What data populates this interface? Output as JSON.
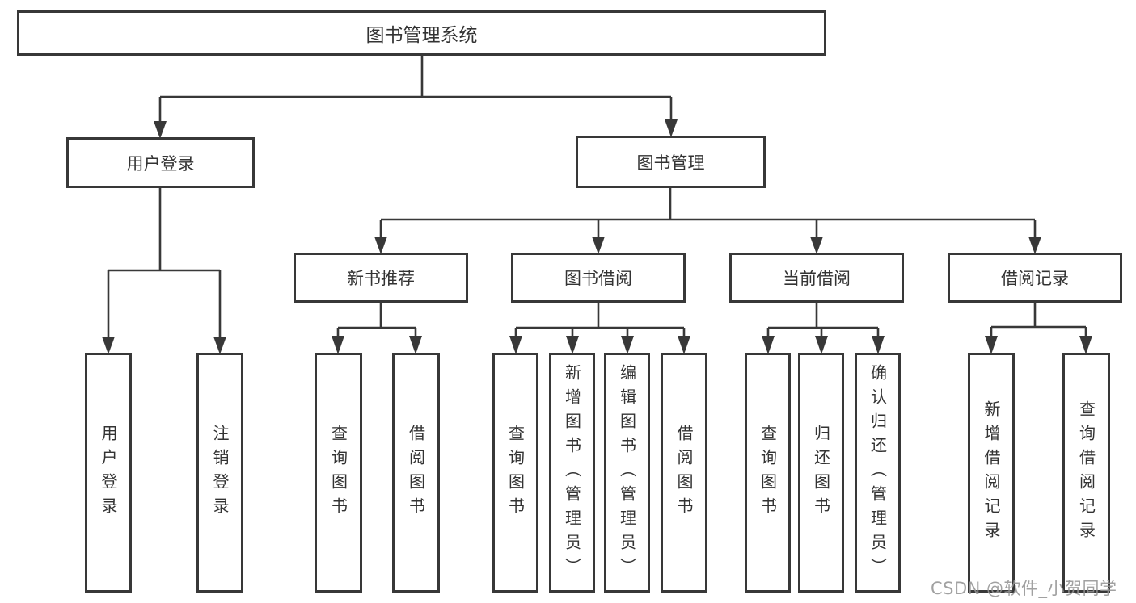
{
  "diagram": {
    "title": "图书管理系统",
    "root": {
      "label": "图书管理系统"
    },
    "level2": [
      {
        "label": "用户登录"
      },
      {
        "label": "图书管理"
      }
    ],
    "level3": [
      {
        "label": "新书推荐"
      },
      {
        "label": "图书借阅"
      },
      {
        "label": "当前借阅"
      },
      {
        "label": "借阅记录"
      }
    ],
    "leaves": [
      {
        "parent": "用户登录",
        "label": "用户登录"
      },
      {
        "parent": "用户登录",
        "label": "注销登录"
      },
      {
        "parent": "新书推荐",
        "label": "查询图书"
      },
      {
        "parent": "新书推荐",
        "label": "借阅图书"
      },
      {
        "parent": "图书借阅",
        "label": "查询图书"
      },
      {
        "parent": "图书借阅",
        "label": "新增图书（管理员）"
      },
      {
        "parent": "图书借阅",
        "label": "编辑图书（管理员）"
      },
      {
        "parent": "图书借阅",
        "label": "借阅图书"
      },
      {
        "parent": "当前借阅",
        "label": "查询图书"
      },
      {
        "parent": "当前借阅",
        "label": "归还图书"
      },
      {
        "parent": "当前借阅",
        "label": "确认归还（管理员）"
      },
      {
        "parent": "借阅记录",
        "label": "新增借阅记录"
      },
      {
        "parent": "借阅记录",
        "label": "查询借阅记录"
      }
    ]
  },
  "watermark": {
    "text": "CSDN @软件_小贺同学"
  },
  "colors": {
    "line": "#383838",
    "text": "#333333",
    "box_background": "#ffffff",
    "watermark": "#949494",
    "background": "#ffffff"
  }
}
